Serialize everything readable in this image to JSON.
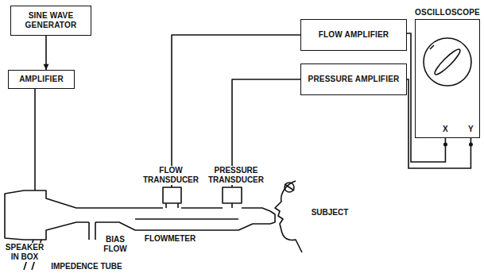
{
  "diagram": {
    "nodes": [
      {
        "text": [
          "SINE WAVE GENERATOR"
        ]
      },
      {
        "text": [
          "AMPLIFIER"
        ]
      },
      {
        "text": [
          "FLOW AMPLIFIER"
        ]
      },
      {
        "text": [
          "PRESSURE AMPLIFIER"
        ]
      },
      {
        "text": [
          "OSCILLOSCOPE",
          "X",
          "Y"
        ]
      }
    ],
    "edges": [
      {
        "from": 0,
        "to": 1,
        "arrow": "to"
      },
      {
        "from": 2,
        "to": 4,
        "arrow": "none"
      },
      {
        "from": 3,
        "to": 4,
        "arrow": "none"
      }
    ],
    "labels": [
      "FLOW TRANSDUCER",
      "PRESSURE TRANSDUCER",
      "SUBJECT",
      "SPEAKER IN BOX",
      "BIAS FLOW",
      "FLOWMETER",
      "IMPEDENCE TUBE"
    ]
  }
}
